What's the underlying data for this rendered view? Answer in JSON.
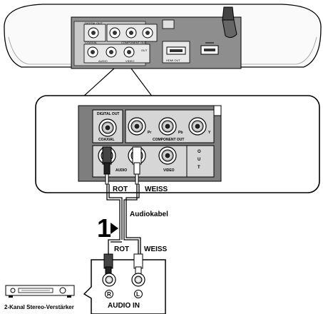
{
  "device_panel": {
    "top_digital_out": "DIGITAL OUT",
    "top_coaxial": "COAXIAL",
    "top_component_out": "COMPONENT OUT",
    "top_audio": "AUDIO",
    "top_video": "VIDEO",
    "top_out": "OUT",
    "top_hdmi": "HDMI OUT",
    "callout_digital_out": "DIGITAL OUT",
    "callout_coaxial": "COAXIAL",
    "callout_pr": "Pr",
    "callout_pb": "Pb",
    "callout_y": "Y",
    "callout_component_out": "COMPONENT OUT",
    "callout_audio": "AUDIO",
    "callout_video": "VIDEO",
    "callout_out_letters": [
      "O",
      "U",
      "T"
    ]
  },
  "cable": {
    "upper_left_label": "ROT",
    "upper_right_label": "WEISS",
    "name_label": "Audiokabel",
    "lower_left_label": "ROT",
    "lower_right_label": "WEISS",
    "step_number": "1"
  },
  "amplifier": {
    "jack_r": "R",
    "jack_l": "L",
    "input_label": "AUDIO IN",
    "device_caption": "2-Kanal Stereo-Verstärker"
  },
  "colors": {
    "line": "#000000",
    "panel_gray": "#9a9a9a",
    "dark_gray": "#555555"
  }
}
